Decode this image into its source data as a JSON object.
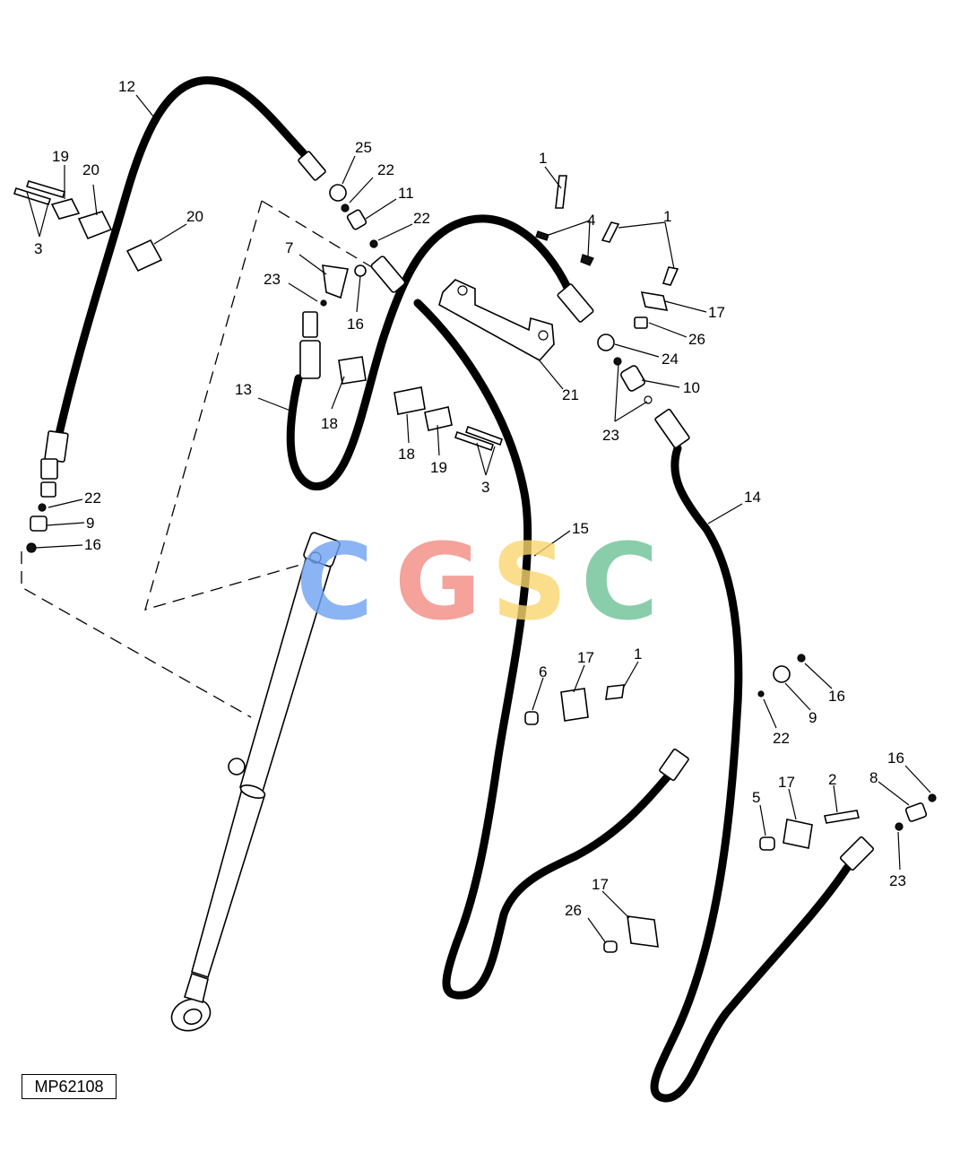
{
  "diagram": {
    "reference_code": "MP62108",
    "watermark": {
      "letters": [
        "C",
        "G",
        "S",
        "C"
      ],
      "colors": [
        "#6fa2f2",
        "#f28b82",
        "#fbd770",
        "#6cc197"
      ]
    },
    "callouts": [
      {
        "id": "12",
        "text": "12"
      },
      {
        "id": "25",
        "text": "25"
      },
      {
        "id": "22a",
        "text": "22"
      },
      {
        "id": "11",
        "text": "11"
      },
      {
        "id": "22b",
        "text": "22"
      },
      {
        "id": "19a",
        "text": "19"
      },
      {
        "id": "20a",
        "text": "20"
      },
      {
        "id": "20b",
        "text": "20"
      },
      {
        "id": "3a",
        "text": "3"
      },
      {
        "id": "7",
        "text": "7"
      },
      {
        "id": "23a",
        "text": "23"
      },
      {
        "id": "16a",
        "text": "16"
      },
      {
        "id": "13",
        "text": "13"
      },
      {
        "id": "18a",
        "text": "18"
      },
      {
        "id": "18b",
        "text": "18"
      },
      {
        "id": "19b",
        "text": "19"
      },
      {
        "id": "3b",
        "text": "3"
      },
      {
        "id": "22c",
        "text": "22"
      },
      {
        "id": "9a",
        "text": "9"
      },
      {
        "id": "16b",
        "text": "16"
      },
      {
        "id": "1a",
        "text": "1"
      },
      {
        "id": "4",
        "text": "4"
      },
      {
        "id": "1b",
        "text": "1"
      },
      {
        "id": "17a",
        "text": "17"
      },
      {
        "id": "26a",
        "text": "26"
      },
      {
        "id": "24",
        "text": "24"
      },
      {
        "id": "21",
        "text": "21"
      },
      {
        "id": "10",
        "text": "10"
      },
      {
        "id": "23b",
        "text": "23"
      },
      {
        "id": "14",
        "text": "14"
      },
      {
        "id": "15",
        "text": "15"
      },
      {
        "id": "6",
        "text": "6"
      },
      {
        "id": "17b",
        "text": "17"
      },
      {
        "id": "1c",
        "text": "1"
      },
      {
        "id": "16c",
        "text": "16"
      },
      {
        "id": "9b",
        "text": "9"
      },
      {
        "id": "22d",
        "text": "22"
      },
      {
        "id": "16d",
        "text": "16"
      },
      {
        "id": "8",
        "text": "8"
      },
      {
        "id": "5",
        "text": "5"
      },
      {
        "id": "17c",
        "text": "17"
      },
      {
        "id": "2",
        "text": "2"
      },
      {
        "id": "23c",
        "text": "23"
      },
      {
        "id": "17d",
        "text": "17"
      },
      {
        "id": "26b",
        "text": "26"
      }
    ]
  }
}
